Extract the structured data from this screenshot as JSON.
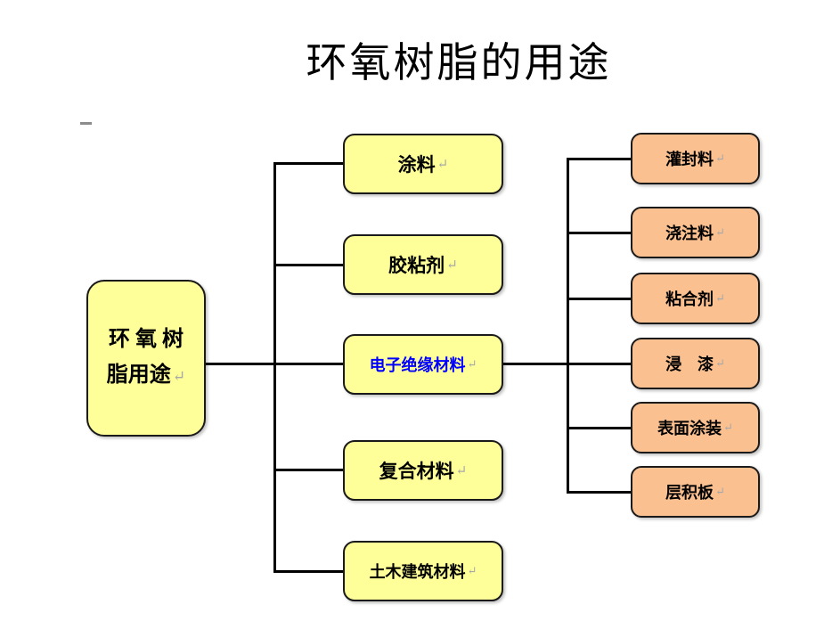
{
  "page": {
    "title": "环氧树脂的用途"
  },
  "colors": {
    "yellow_fill": "#FFFF99",
    "orange_fill": "#FAC090",
    "box_border": "#1A1A1A",
    "connector": "#000000",
    "text": "#000000",
    "highlight_text": "#0000FF",
    "return_mark": "#A8A8A8"
  },
  "marks": {
    "return": "↵"
  },
  "root": {
    "label_lines": [
      "环 氧 树",
      "脂用途"
    ]
  },
  "level1": [
    {
      "label": "涂料"
    },
    {
      "label": "胶粘剂"
    },
    {
      "label": "电子绝缘材料"
    },
    {
      "label": "复合材料"
    },
    {
      "label": "土木建筑材料"
    }
  ],
  "level2": [
    {
      "label": "灌封料"
    },
    {
      "label": "浇注料"
    },
    {
      "label": "粘合剂"
    },
    {
      "label": "浸　漆"
    },
    {
      "label": "表面涂装"
    },
    {
      "label": "层积板"
    }
  ]
}
